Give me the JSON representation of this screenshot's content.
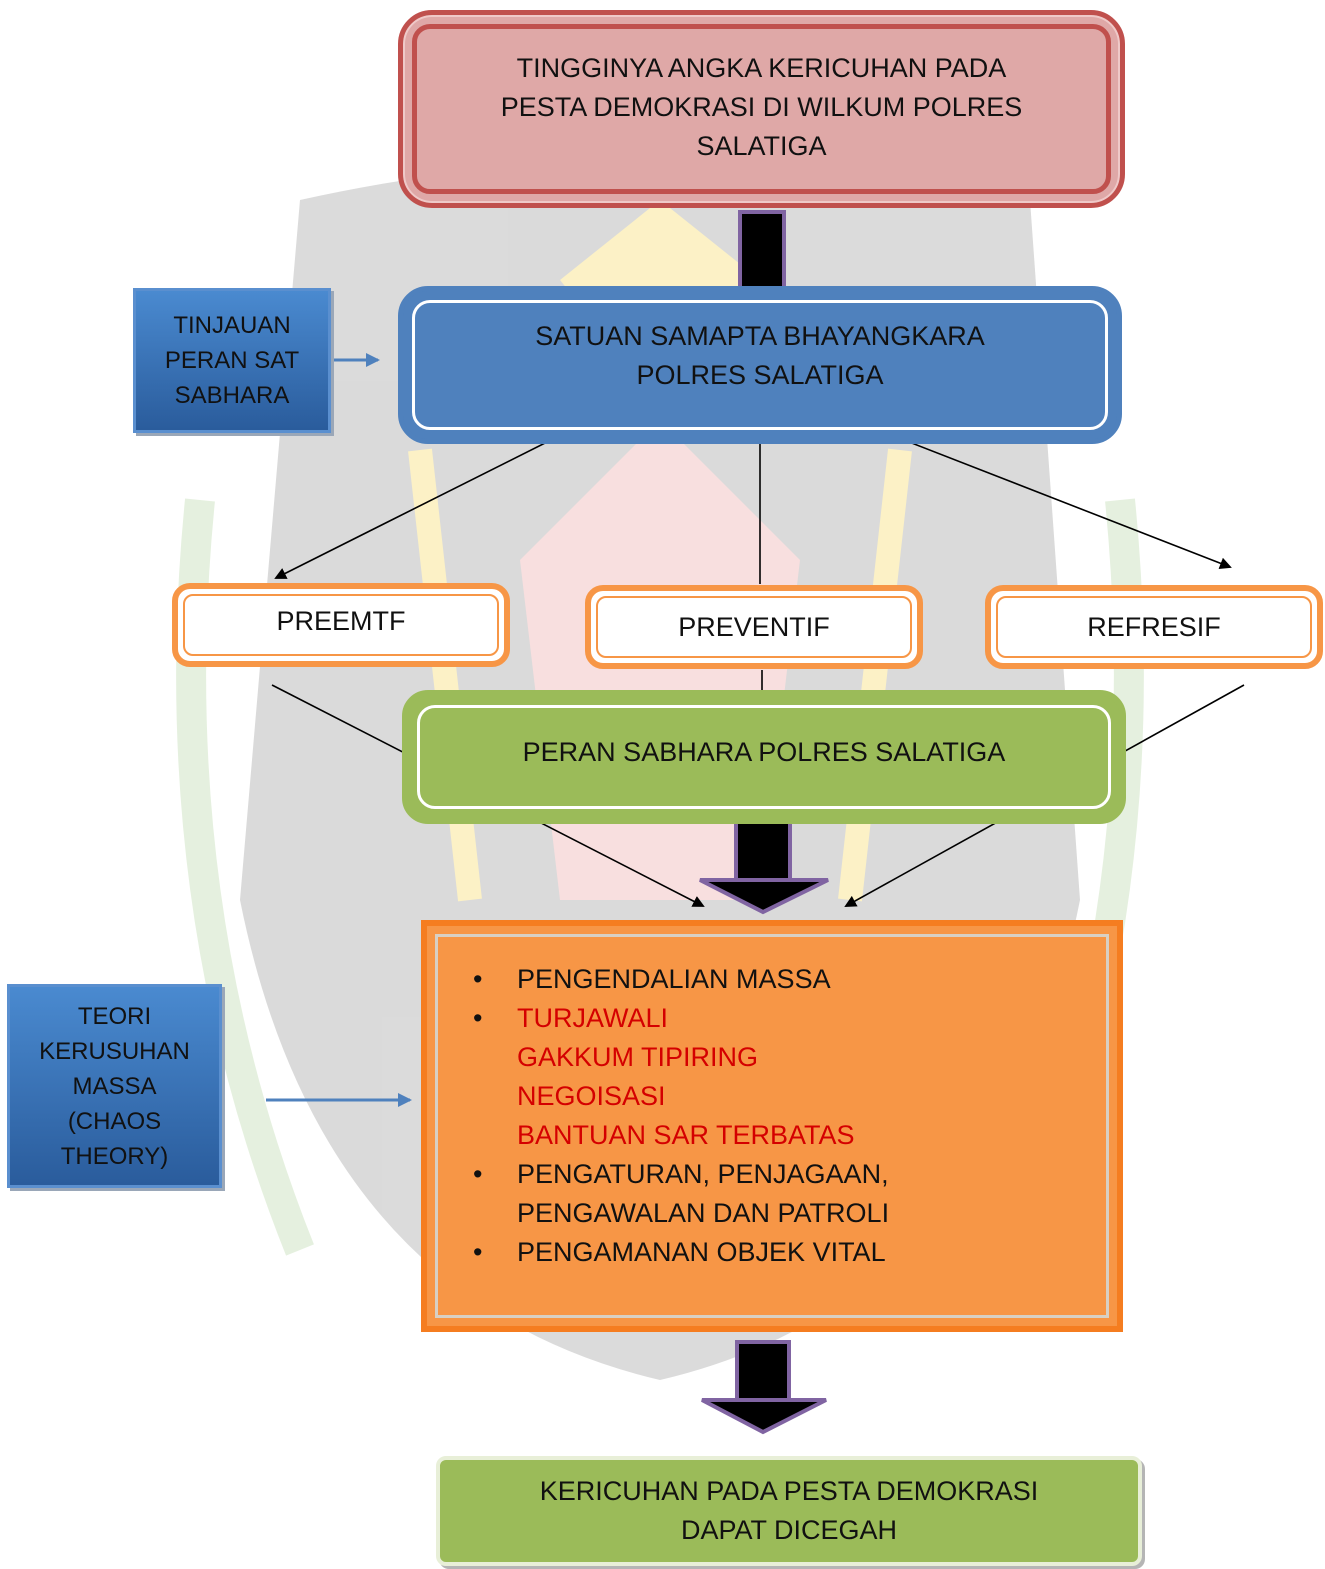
{
  "diagram": {
    "top_box": {
      "lines": [
        "TINGGINYA ANGKA KERICUHAN PADA",
        "PESTA DEMOKRASI DI WILKUM POLRES",
        "SALATIGA"
      ]
    },
    "satuan_box": {
      "lines": [
        "SATUAN SAMAPTA BHAYANGKARA",
        "POLRES SALATIGA"
      ]
    },
    "side_tinjauan": {
      "lines": [
        "TINJAUAN",
        "PERAN SAT",
        "SABHARA"
      ]
    },
    "approaches": [
      "PREEMTF",
      "PREVENTIF",
      "REFRESIF"
    ],
    "peran_box": {
      "label": "PERAN SABHARA POLRES SALATIGA"
    },
    "side_teori": {
      "lines": [
        "TEORI",
        "KERUSUHAN",
        "MASSA",
        "(CHAOS",
        "THEORY)"
      ]
    },
    "list": {
      "bullet": "•",
      "item1": "PENGENDALIAN MASSA",
      "item2_lines": [
        "TURJAWALI",
        "GAKKUM TIPIRING",
        "NEGOISASI",
        "BANTUAN SAR TERBATAS"
      ],
      "item3_lines": [
        "PENGATURAN, PENJAGAAN,",
        "PENGAWALAN DAN PATROLI"
      ],
      "item4": "PENGAMANAN OBJEK VITAL"
    },
    "bottom_box": {
      "lines": [
        "KERICUHAN PADA PESTA DEMOKRASI",
        "DAPAT DICEGAH"
      ]
    },
    "colors": {
      "red_box": "#c0504d",
      "blue_box": "#4f81bd",
      "orange": "#f79646",
      "green": "#9bbb59",
      "list_red_text": "#d40000",
      "block_arrow": "#000000",
      "block_arrow_tip": "#8064a2"
    }
  }
}
